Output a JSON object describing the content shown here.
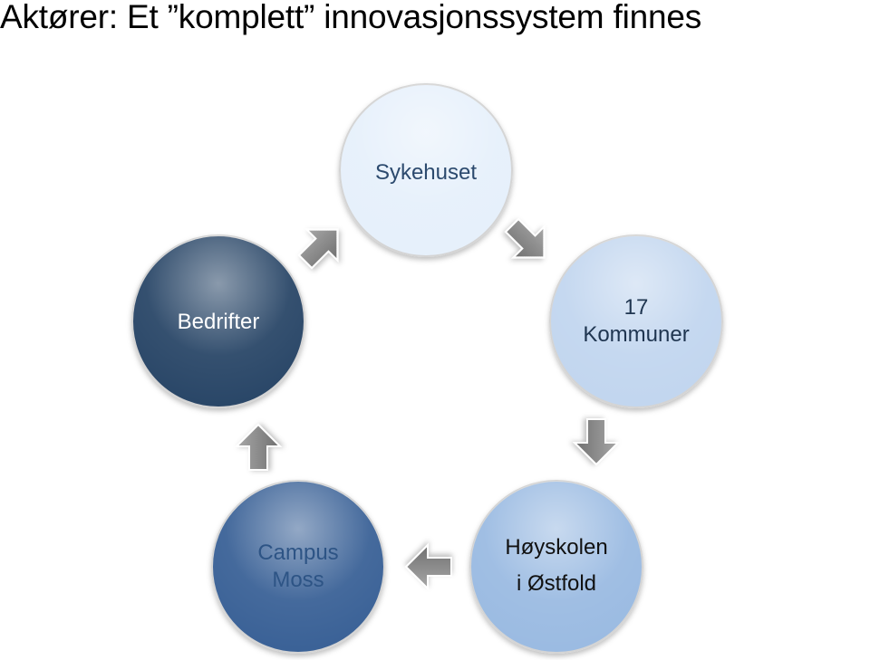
{
  "title": "Aktører: Et ”komplett” innovasjonssystem finnes",
  "nodes": [
    {
      "id": "sykehuset",
      "lines": [
        "Sykehuset"
      ],
      "fill": "#e6f0fb",
      "text_color": "#2c4a6e"
    },
    {
      "id": "kommuner",
      "lines": [
        "17",
        "Kommuner"
      ],
      "fill": "#c2d6ef",
      "text_color": "#1f3550"
    },
    {
      "id": "hoyskolen",
      "lines": [
        "Høyskolen",
        "i Østfold"
      ],
      "fill": "#9bbbe2",
      "text_color": "#111111"
    },
    {
      "id": "campus",
      "lines": [
        "Campus",
        "Moss"
      ],
      "fill": "#3b6297",
      "text_color": "#2d5485"
    },
    {
      "id": "bedrifter",
      "lines": [
        "Bedrifter"
      ],
      "fill": "#2b4667",
      "text_color": "#ffffff"
    }
  ],
  "colors": {
    "arrow": "#8a8a8a",
    "node_border": "#d4d4d4"
  }
}
